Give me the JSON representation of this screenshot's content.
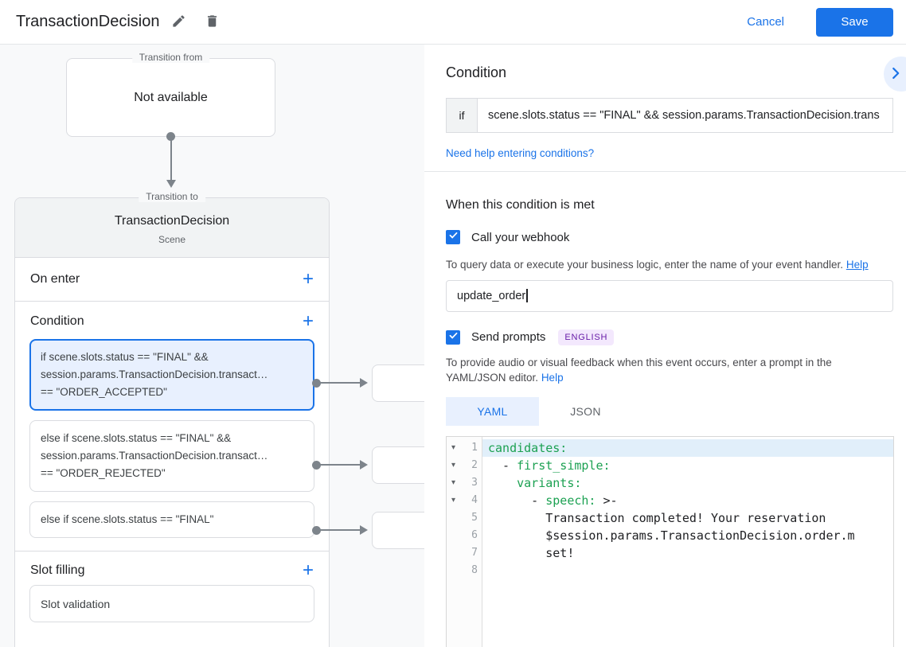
{
  "glyphs": {
    "plus": "+",
    "fold": "▾"
  },
  "colors": {
    "accent_blue": "#1a73e8",
    "selected_card_bg": "#e8f0fe",
    "selected_card_border": "#1a73e8",
    "diagram_bg": "#f8f9fa",
    "code_key_green": "#1ca152",
    "badge_text": "#681da8",
    "badge_bg": "#f3e8fd",
    "active_line_bg": "#e1effa"
  },
  "header": {
    "title": "TransactionDecision",
    "cancel_label": "Cancel",
    "save_label": "Save"
  },
  "diagram": {
    "transition_from": {
      "label": "Transition from",
      "content": "Not available"
    },
    "transition_to": {
      "label": "Transition to",
      "title": "TransactionDecision",
      "subtitle": "Scene",
      "on_enter_label": "On enter",
      "condition_label": "Condition",
      "slot_filling_label": "Slot filling",
      "conditions": [
        {
          "lines": [
            "if scene.slots.status == \"FINAL\" &&",
            "session.params.TransactionDecision.transact…",
            "== \"ORDER_ACCEPTED\""
          ]
        },
        {
          "lines": [
            "else if scene.slots.status == \"FINAL\" &&",
            "session.params.TransactionDecision.transact…",
            "== \"ORDER_REJECTED\""
          ]
        },
        {
          "lines": [
            "else if scene.slots.status == \"FINAL\""
          ]
        }
      ],
      "slot_items": [
        "Slot validation"
      ]
    }
  },
  "panel": {
    "condition_heading": "Condition",
    "if_label": "if",
    "if_value": "scene.slots.status == \"FINAL\" && session.params.TransactionDecision.trans",
    "conditions_help_link": "Need help entering conditions?",
    "when_met_heading": "When this condition is met",
    "webhook": {
      "checkbox_label": "Call your webhook",
      "helper": "To query data or execute your business logic, enter the name of your event handler.",
      "helper_link": "Help",
      "input_value": "update_order"
    },
    "prompts": {
      "checkbox_label": "Send prompts",
      "badge": "ENGLISH",
      "helper": "To provide audio or visual feedback when this event occurs, enter a prompt in the YAML/JSON editor.",
      "helper_link": "Help",
      "tabs": [
        "YAML",
        "JSON"
      ]
    },
    "editor": {
      "lines": [
        {
          "num": "1",
          "s0": "candidates:"
        },
        {
          "num": "2",
          "s0": "  - ",
          "s1": "first_simple:"
        },
        {
          "num": "3",
          "s0": "    ",
          "s1": "variants:"
        },
        {
          "num": "4",
          "s0": "      - ",
          "s1": "speech:",
          "s2": " >-"
        },
        {
          "num": "5",
          "s0": "        Transaction completed! Your reservation"
        },
        {
          "num": "6",
          "s0": "        $session.params.TransactionDecision.order.m"
        },
        {
          "num": "7",
          "s0": "        set!"
        },
        {
          "num": "8",
          "s0": ""
        }
      ]
    }
  }
}
